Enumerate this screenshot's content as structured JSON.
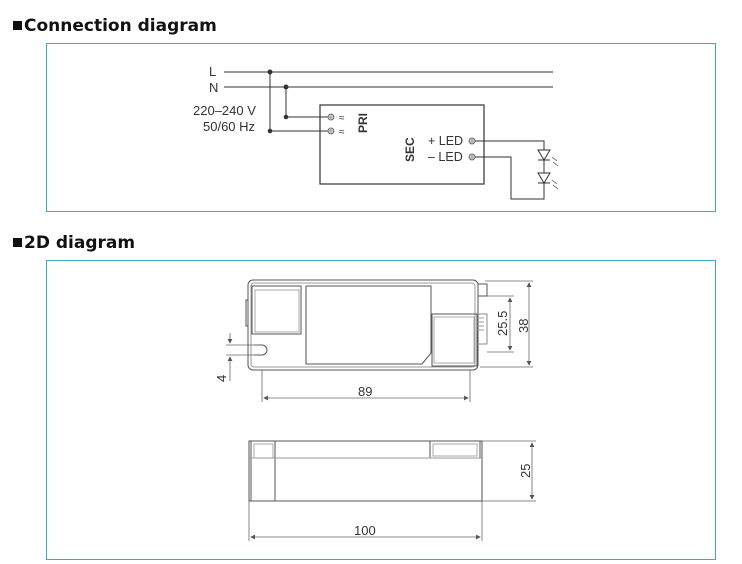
{
  "sections": {
    "connection": {
      "title": "Connection diagram"
    },
    "dimensions": {
      "title": "2D diagram"
    }
  },
  "connection_diagram": {
    "line_label": "L",
    "neutral_label": "N",
    "voltage_label": "220–240 V",
    "frequency_label": "50/60 Hz",
    "primary_label": "PRI",
    "secondary_label": "SEC",
    "led_plus_label": "+ LED",
    "led_minus_label": "– LED",
    "ac_symbol": "≈"
  },
  "dimension_diagram": {
    "top_view": {
      "length": "89",
      "height_outer": "38",
      "height_inner": "25.5",
      "hole_size": "4"
    },
    "side_view": {
      "length": "100",
      "height": "25"
    }
  },
  "colors": {
    "panel_border": "#3ea8c6",
    "line": "#333333",
    "drawing": "#555555"
  }
}
